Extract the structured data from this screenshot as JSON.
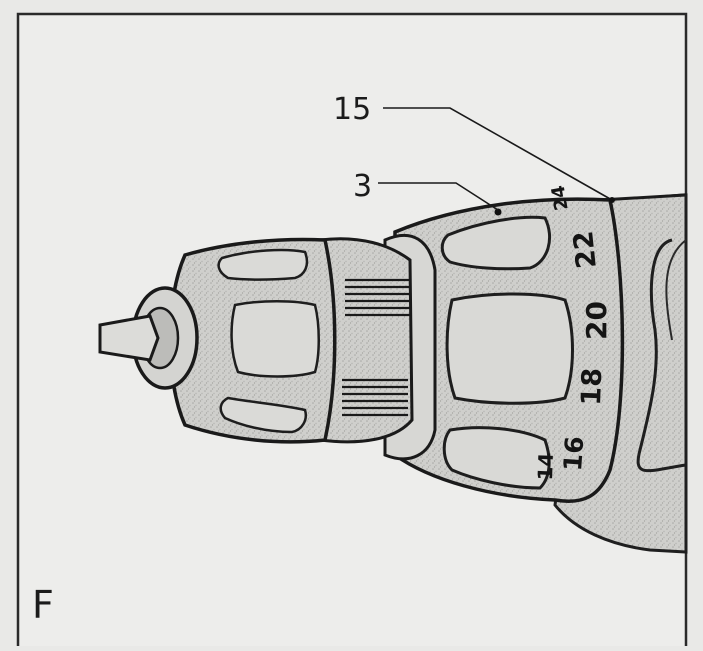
{
  "figure": {
    "letter": "F",
    "callouts": [
      {
        "number": "15",
        "target": "torque-ring-marker"
      },
      {
        "number": "3",
        "target": "torque-adjustment-collar"
      }
    ],
    "torque_scale": [
      "14",
      "16",
      "18",
      "20",
      "22",
      "24"
    ]
  }
}
